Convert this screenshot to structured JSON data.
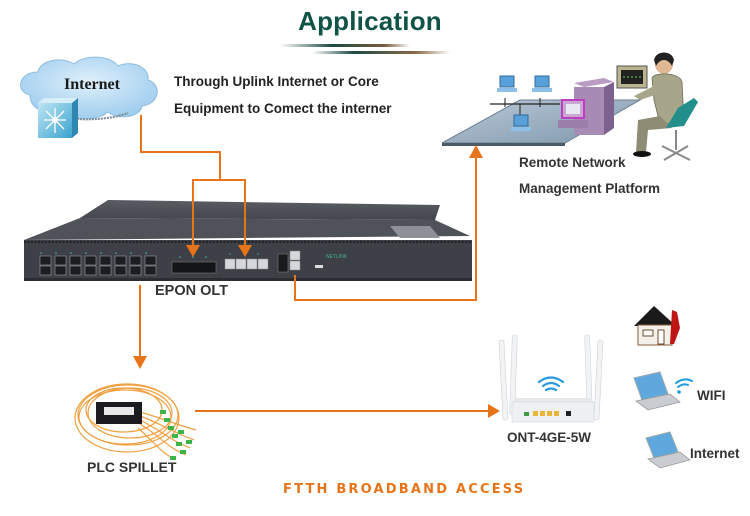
{
  "title": "Application",
  "internet": {
    "cloud_label": "Internet",
    "description_lines": [
      "Through Uplink Internet or Core",
      "Equipment to Comect the interner"
    ]
  },
  "remote": {
    "label_lines": [
      "Remote Network",
      "Management Platform"
    ]
  },
  "olt": {
    "label": "EPON OLT"
  },
  "splitter": {
    "label": "PLC SPILLET"
  },
  "ont": {
    "label": "ONT-4GE-5W"
  },
  "clients": [
    {
      "icon": "house-icon",
      "label": ""
    },
    {
      "icon": "laptop-wifi-icon",
      "label": "WIFI"
    },
    {
      "icon": "laptop-icon",
      "label": "Internet"
    }
  ],
  "footer": "FTTH BROADBAND ACCESS",
  "colors": {
    "title": "#0f5347",
    "connector": "#e8741a",
    "cloud": "#a9d4f0",
    "olt_body": "#3e4048"
  }
}
